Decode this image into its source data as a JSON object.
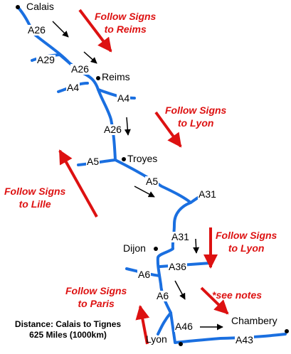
{
  "colors": {
    "road": "#1a6fe0",
    "sign_arrow": "#dd1111",
    "text": "#000000",
    "background": "#ffffff"
  },
  "places": {
    "calais": "Calais",
    "reims": "Reims",
    "troyes": "Troyes",
    "dijon": "Dijon",
    "lyon": "Lyon",
    "chambery": "Chambery"
  },
  "roads": {
    "a26_top": "A26",
    "a29": "A29",
    "a26_reims": "A26",
    "a4_left": "A4",
    "a4_right": "A4",
    "a26_mid": "A26",
    "a5_left": "A5",
    "a5_mid": "A5",
    "a31_top": "A31",
    "a31_dijon": "A31",
    "a36": "A36",
    "a6_upper": "A6",
    "a6_lower": "A6",
    "a46": "A46",
    "a43": "A43"
  },
  "signs": {
    "reims": {
      "line1": "Follow Signs",
      "line2": "to Reims"
    },
    "lyon_upper": {
      "line1": "Follow Signs",
      "line2": "to Lyon"
    },
    "lille": {
      "line1": "Follow Signs",
      "line2": "to Lille"
    },
    "lyon_lower": {
      "line1": "Follow Signs",
      "line2": "to Lyon"
    },
    "paris": {
      "line1": "Follow Signs",
      "line2": "to Paris"
    }
  },
  "notes": "*see notes",
  "distance": {
    "line1": "Distance: Calais to Tignes",
    "line2": "625 Miles (1000km)"
  }
}
